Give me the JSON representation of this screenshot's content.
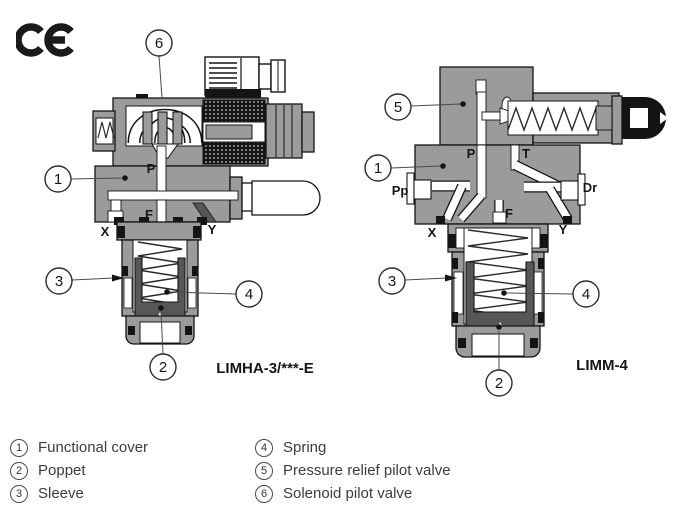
{
  "ce_mark_label": "CE",
  "left_diagram": {
    "model": "LIMHA-3/***-E",
    "callouts": {
      "c6": "6",
      "c1": "1",
      "c3": "3",
      "c4": "4",
      "c2": "2"
    },
    "ports": {
      "p": "P",
      "f": "F",
      "x": "X",
      "y": "Y"
    }
  },
  "right_diagram": {
    "model": "LIMM-4",
    "callouts": {
      "c5": "5",
      "c1": "1",
      "c3": "3",
      "c4": "4",
      "c2": "2"
    },
    "ports": {
      "p": "P",
      "t": "T",
      "pp": "Pp",
      "dr": "Dr",
      "f": "F",
      "x": "X",
      "y": "Y"
    }
  },
  "legend": {
    "items": [
      {
        "num": "1",
        "label": "Functional cover"
      },
      {
        "num": "2",
        "label": "Poppet"
      },
      {
        "num": "3",
        "label": "Sleeve"
      },
      {
        "num": "4",
        "label": "Spring"
      },
      {
        "num": "5",
        "label": "Pressure relief pilot valve"
      },
      {
        "num": "6",
        "label": "Solenoid pilot valve"
      }
    ]
  },
  "colors": {
    "body_gray": "#9b9b9b",
    "dark_gray": "#57575a",
    "outline": "#141414",
    "background": "#ffffff"
  }
}
